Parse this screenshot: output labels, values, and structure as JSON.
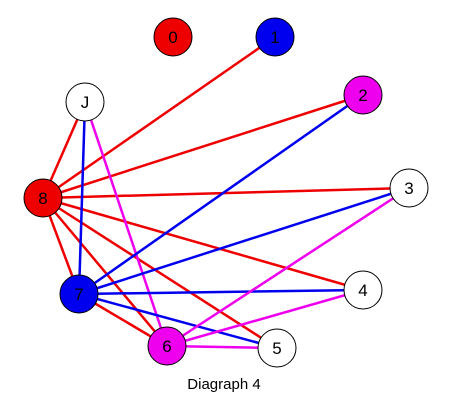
{
  "caption": "Diagraph 4",
  "colors": {
    "red": "#ee0000",
    "blue": "#0000ee",
    "magenta": "#ee00ee",
    "white": "#ffffff"
  },
  "nodes": [
    {
      "id": "0",
      "label": "0",
      "fill": "red"
    },
    {
      "id": "1",
      "label": "1",
      "fill": "blue"
    },
    {
      "id": "2",
      "label": "2",
      "fill": "magenta"
    },
    {
      "id": "3",
      "label": "3",
      "fill": "white"
    },
    {
      "id": "4",
      "label": "4",
      "fill": "white"
    },
    {
      "id": "5",
      "label": "5",
      "fill": "white"
    },
    {
      "id": "6",
      "label": "6",
      "fill": "magenta"
    },
    {
      "id": "7",
      "label": "7",
      "fill": "blue"
    },
    {
      "id": "8",
      "label": "8",
      "fill": "red"
    },
    {
      "id": "J",
      "label": "J",
      "fill": "white"
    }
  ],
  "edges": [
    {
      "from": "8",
      "to": "1",
      "color": "red"
    },
    {
      "from": "8",
      "to": "2",
      "color": "red"
    },
    {
      "from": "8",
      "to": "3",
      "color": "red"
    },
    {
      "from": "8",
      "to": "4",
      "color": "red"
    },
    {
      "from": "8",
      "to": "5",
      "color": "red"
    },
    {
      "from": "8",
      "to": "6",
      "color": "red"
    },
    {
      "from": "8",
      "to": "7",
      "color": "red"
    },
    {
      "from": "8",
      "to": "J",
      "color": "red"
    },
    {
      "from": "J",
      "to": "7",
      "color": "blue"
    },
    {
      "from": "J",
      "to": "6",
      "color": "magenta"
    },
    {
      "from": "7",
      "to": "2",
      "color": "blue"
    },
    {
      "from": "7",
      "to": "3",
      "color": "blue"
    },
    {
      "from": "7",
      "to": "4",
      "color": "blue"
    },
    {
      "from": "7",
      "to": "5",
      "color": "blue"
    },
    {
      "from": "7",
      "to": "6",
      "color": "red"
    },
    {
      "from": "6",
      "to": "3",
      "color": "magenta"
    },
    {
      "from": "6",
      "to": "4",
      "color": "magenta"
    },
    {
      "from": "6",
      "to": "5",
      "color": "magenta"
    }
  ]
}
